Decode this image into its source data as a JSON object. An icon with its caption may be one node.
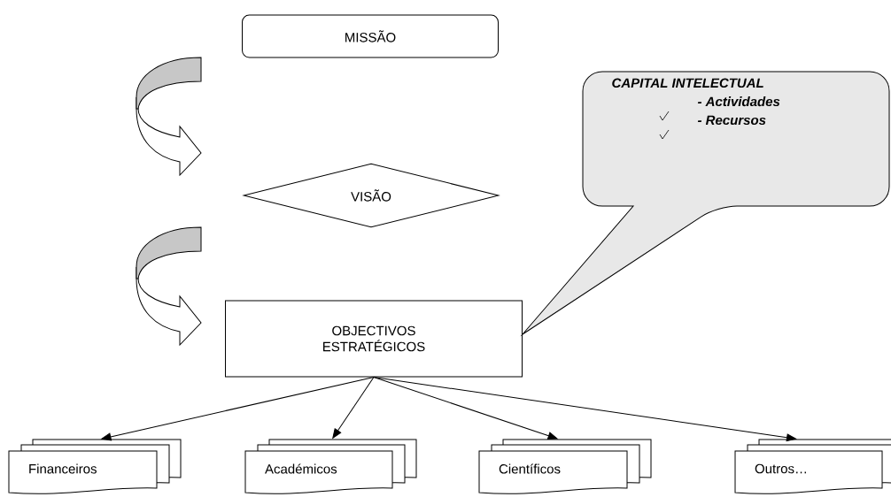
{
  "diagram": {
    "nodes": [
      {
        "text": [
          "MISSÃO"
        ]
      },
      {
        "text": [
          "VISÃO"
        ]
      },
      {
        "text": [
          "OBJECTIVOS ESTRATÉGICOS"
        ]
      },
      {
        "text": [
          "CAPITAL INTELECTUAL",
          "- Actividades",
          "- Recursos"
        ]
      },
      {
        "text": [
          "Financeiros"
        ]
      },
      {
        "text": [
          "Académicos"
        ]
      },
      {
        "text": [
          "Científicos"
        ]
      },
      {
        "text": [
          "Outros…"
        ]
      }
    ],
    "edges": [
      {
        "from": 0,
        "to": 1,
        "arrow": "to"
      },
      {
        "from": 1,
        "to": 2,
        "arrow": "to"
      },
      {
        "from": 2,
        "to": 4,
        "arrow": "to"
      },
      {
        "from": 2,
        "to": 5,
        "arrow": "to"
      },
      {
        "from": 2,
        "to": 6,
        "arrow": "to"
      },
      {
        "from": 2,
        "to": 7,
        "arrow": "to"
      }
    ]
  }
}
